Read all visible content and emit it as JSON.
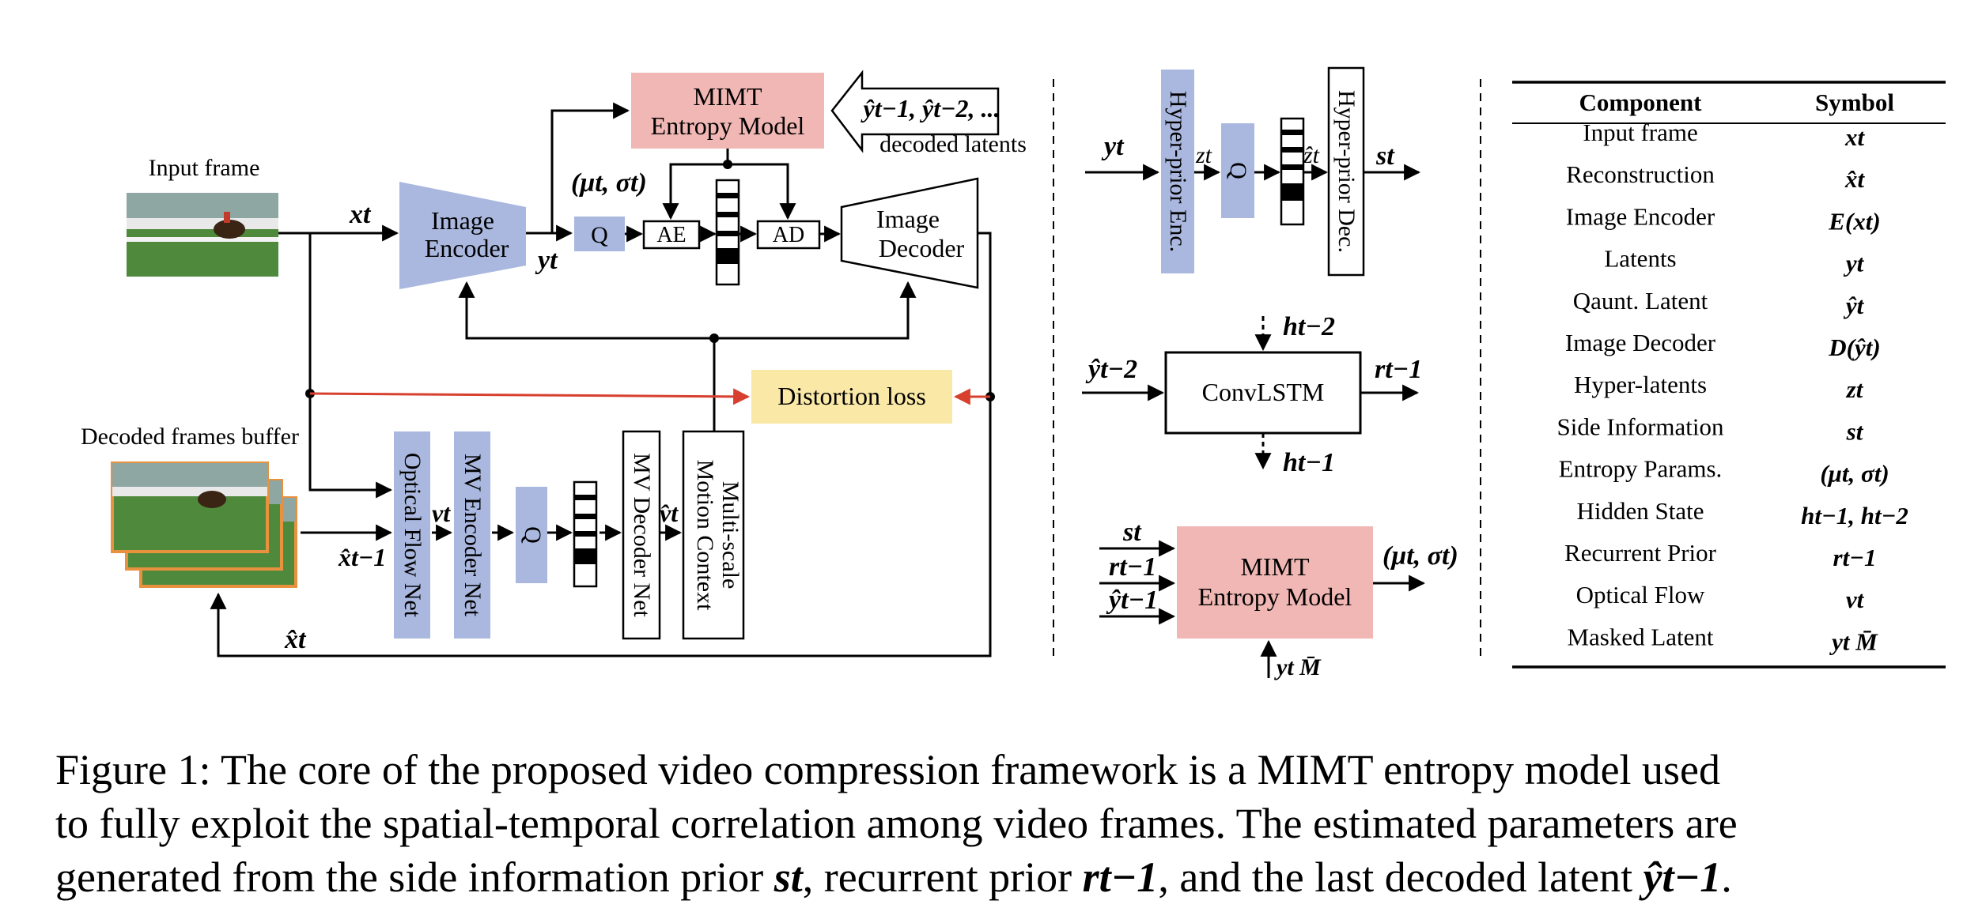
{
  "diagram": {
    "input_frame_label": "Input frame",
    "decoded_frames_buffer_label": "Decoded frames buffer",
    "image_encoder_label": "Image Encoder",
    "image_decoder_label": "Image Decoder",
    "mimt_label_1": "MIMT",
    "mimt_label_2": "Entropy Model",
    "decoded_latents_label": "decoded latents",
    "decoded_latents_symbols": "ŷt−1, ŷt−2, ...",
    "q_label": "Q",
    "ae_label": "AE",
    "ad_label": "AD",
    "distortion_loss_label": "Distortion loss",
    "optical_flow_label": "Optical Flow Net",
    "mv_encoder_label": "MV Encoder Net",
    "mv_decoder_label": "MV Decoder Net",
    "motion_context_label_1": "Multi-scale",
    "motion_context_label_2": "Motion Context",
    "sym_xt": "xt",
    "sym_yt": "yt",
    "sym_mu_sigma": "(μt, σt)",
    "sym_vt": "vt",
    "sym_vhat": "v̂t",
    "sym_xhat_prev": "x̂t−1",
    "sym_xhat": "x̂t"
  },
  "hyper": {
    "enc_label": "Hyper-prior Enc.",
    "dec_label": "Hyper-prior Dec.",
    "q_label": "Q",
    "sym_yt": "yt",
    "sym_zt": "zt",
    "sym_zhat": "ẑt",
    "sym_st": "st"
  },
  "convlstm": {
    "label": "ConvLSTM",
    "sym_h2": "ht−2",
    "sym_h1": "ht−1",
    "sym_in": "ŷt−2",
    "sym_out": "rt−1"
  },
  "mimt_small": {
    "label_1": "MIMT",
    "label_2": "Entropy Model",
    "sym_st": "st",
    "sym_rt": "rt−1",
    "sym_yhat": "ŷt−1",
    "sym_out": "(μt, σt)",
    "sym_mask": "yt M̄"
  },
  "table": {
    "headers": [
      "Component",
      "Symbol"
    ],
    "rows": [
      {
        "component": "Input frame",
        "symbol": "xt"
      },
      {
        "component": "Reconstruction",
        "symbol": "x̂t"
      },
      {
        "component": "Image Encoder",
        "symbol": "E(xt)"
      },
      {
        "component": "Latents",
        "symbol": "yt"
      },
      {
        "component": "Qaunt. Latent",
        "symbol": "ŷt"
      },
      {
        "component": "Image Decoder",
        "symbol": "D(ŷt)"
      },
      {
        "component": "Hyper-latents",
        "symbol": "zt"
      },
      {
        "component": "Side Information",
        "symbol": "st"
      },
      {
        "component": "Entropy Params.",
        "symbol": "(μt, σt)"
      },
      {
        "component": "Hidden State",
        "symbol": "ht−1, ht−2"
      },
      {
        "component": "Recurrent Prior",
        "symbol": "rt−1"
      },
      {
        "component": "Optical Flow",
        "symbol": "vt"
      },
      {
        "component": "Masked Latent",
        "symbol": "yt M̄"
      }
    ]
  },
  "caption": {
    "line1": "Figure 1: The core of the proposed video compression framework is a MIMT entropy model used",
    "line2": "to fully exploit the spatial-temporal correlation among video frames. The estimated parameters are",
    "line3_a": "generated from the side information prior ",
    "line3_s": "st",
    "line3_b": ", recurrent prior ",
    "line3_r": "rt−1",
    "line3_c": ", and the last decoded latent ",
    "line3_y": "ŷt−1",
    "line3_d": "."
  },
  "colors": {
    "blue_block": "#aab8df",
    "pink_block": "#f0b7b4",
    "yellow_block": "#f9e8a6",
    "red_arrow": "#d7402f",
    "frame_border": "#e8913f",
    "grass": "#4f8a3c"
  }
}
